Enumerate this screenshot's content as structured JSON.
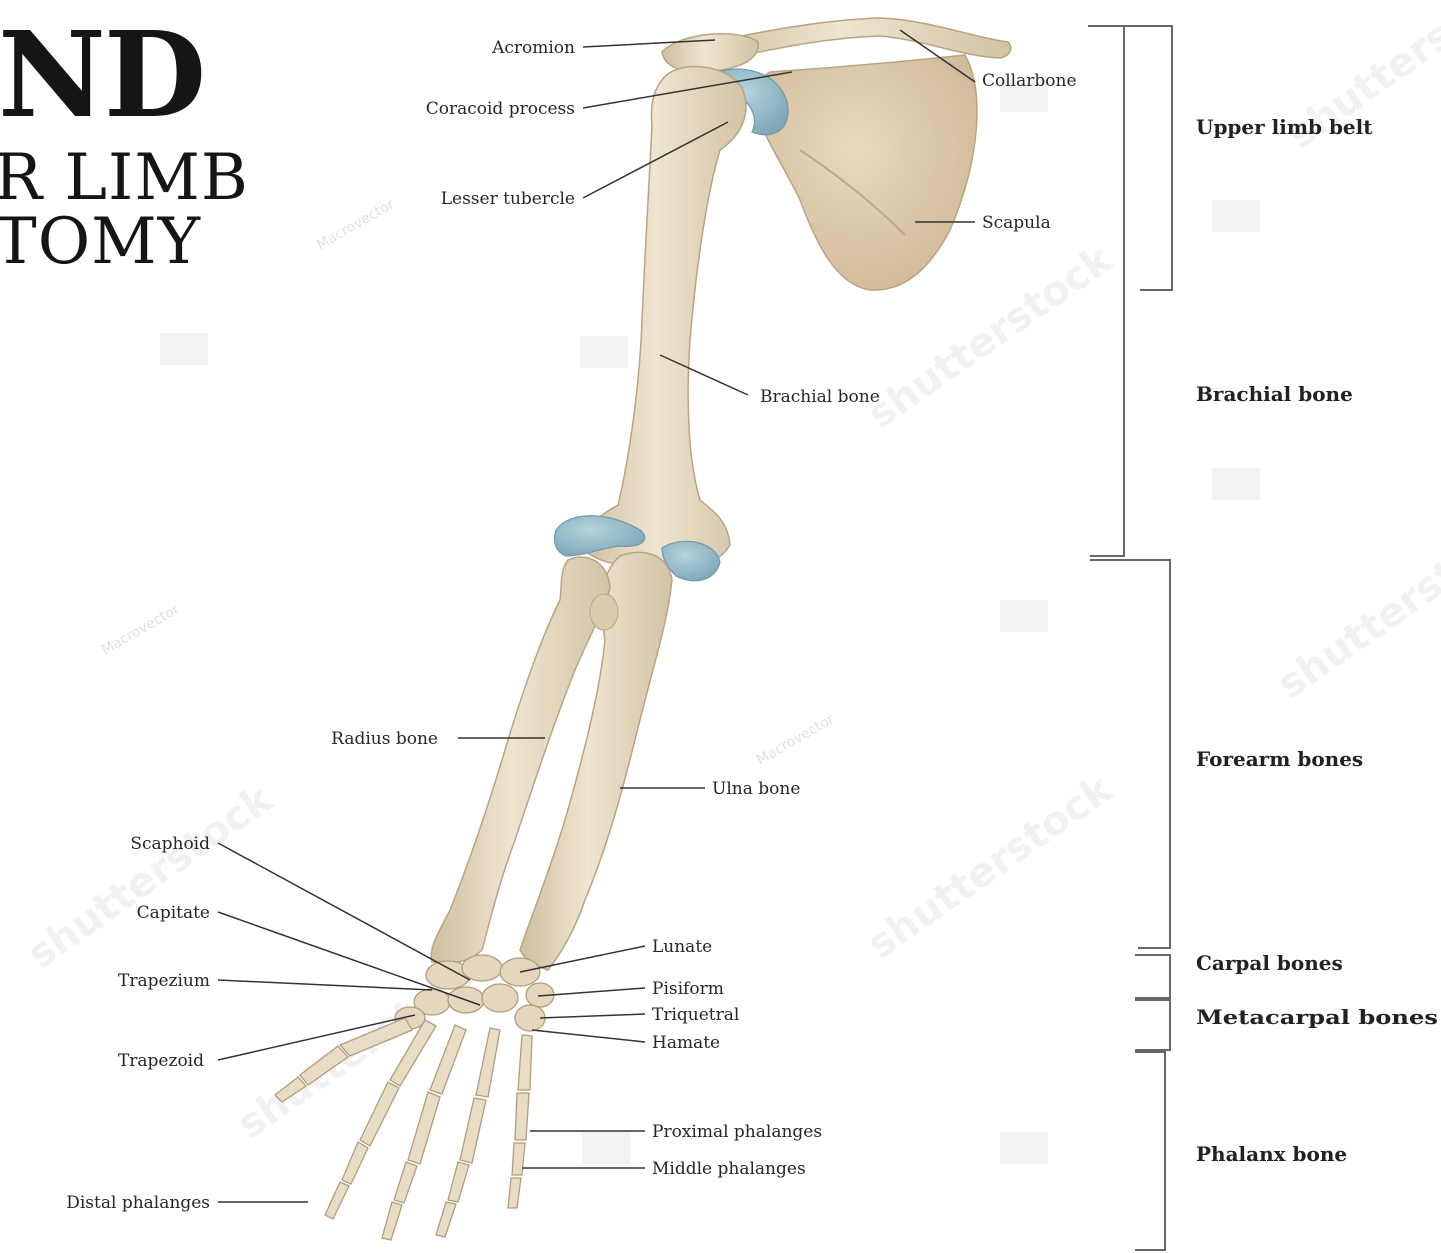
{
  "title": {
    "line1": "ND",
    "line2": "R LIMB",
    "line3": "TOMY"
  },
  "labels": {
    "acromion": "Acromion",
    "coracoid_process": "Coracoid process",
    "lesser_tubercle": "Lesser tubercle",
    "collarbone": "Collarbone",
    "scapula": "Scapula",
    "brachial_bone": "Brachial bone",
    "radius_bone": "Radius bone",
    "ulna_bone": "Ulna bone",
    "scaphoid": "Scaphoid",
    "capitate": "Capitate",
    "trapezium": "Trapezium",
    "trapezoid": "Trapezoid",
    "distal_phalanges": "Distal phalanges",
    "lunate": "Lunate",
    "pisiform": "Pisiform",
    "triquetral": "Triquetral",
    "hamate": "Hamate",
    "proximal_phalanges": "Proximal phalanges",
    "middle_phalanges": "Middle phalanges"
  },
  "groups": {
    "upper_limb_belt": "Upper limb belt",
    "brachial_bone": "Brachial bone",
    "forearm_bones": "Forearm bones",
    "carpal_bones": "Carpal bones",
    "metacarpal_bones": "Metacarpal bones",
    "phalanx_bone": "Phalanx bone"
  },
  "watermarks": {
    "shutterstock": "shutterstock",
    "macrovector": "Macrovector"
  },
  "colors": {
    "bone": "#e8dcc4",
    "bone_shade": "#cdbd9f",
    "cartilage": "#8fb8c8",
    "leader_line": "#333333",
    "bracket": "#666666"
  }
}
